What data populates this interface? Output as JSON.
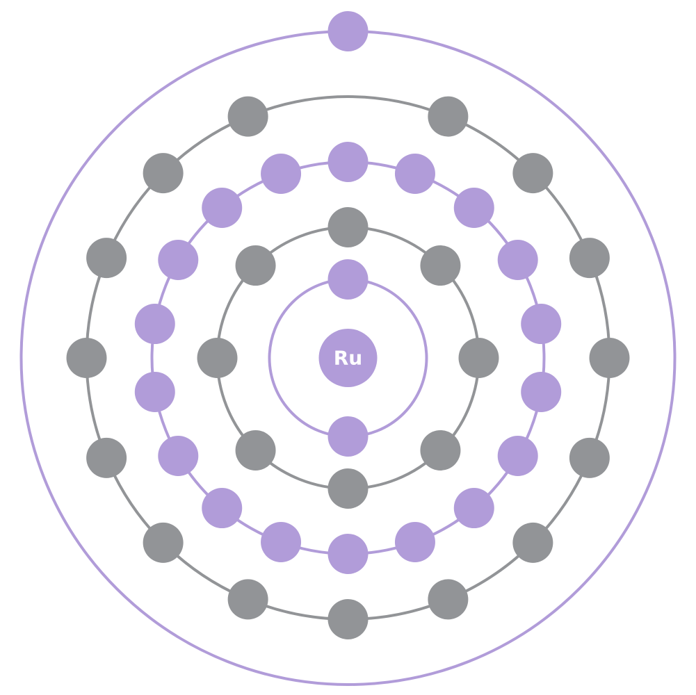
{
  "element": {
    "symbol": "Ru"
  },
  "shells": [
    {
      "electrons": 2,
      "color": "#b19cd9"
    },
    {
      "electrons": 8,
      "color": "#929497"
    },
    {
      "electrons": 18,
      "color": "#b19cd9"
    },
    {
      "electrons": 15,
      "color": "#929497"
    },
    {
      "electrons": 1,
      "color": "#b19cd9"
    }
  ],
  "colors": {
    "nucleus": "#b19cd9",
    "label": "#ffffff",
    "background": "#ffffff"
  }
}
